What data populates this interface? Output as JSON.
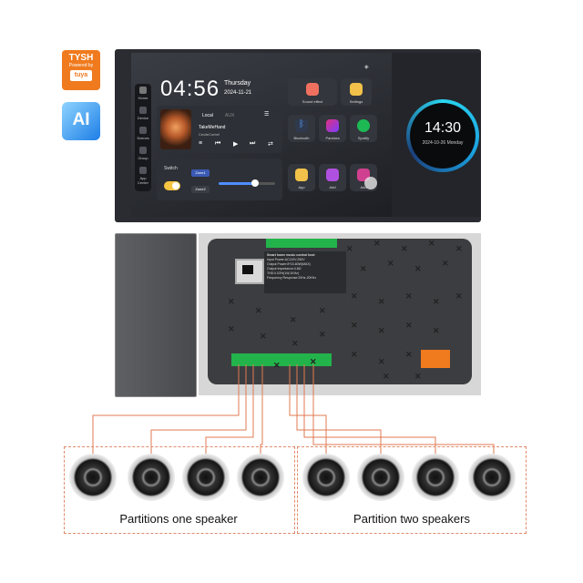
{
  "badges": {
    "tysh": {
      "brand": "TYSH",
      "powered": "Powered by",
      "platform": "tuya"
    },
    "ai": "AI"
  },
  "screen": {
    "time": "04:56",
    "day": "Thursday",
    "date": "2024-11-21",
    "sidebar": [
      "Home",
      "Device",
      "Scenes",
      "Group",
      "App Center"
    ],
    "music": {
      "source_local": "Local",
      "source_aux": "AUX",
      "track": "TakeMeHand",
      "artist": "CecileCorbel"
    },
    "switch_label": "Switch",
    "zones": [
      "Zone1",
      "Zone2"
    ],
    "volume_fraction": 0.65,
    "tiles": {
      "sound_effect": "Sound effect",
      "settings": "Settings",
      "bluetooth": "Bluetooth",
      "pandora": "Pandora",
      "spotify": "Spotify",
      "app": "App",
      "add1": "Add",
      "add2": "Add"
    }
  },
  "wall_clock": {
    "time": "14:30",
    "date": "2024-10-26",
    "weekday": "Monday"
  },
  "back_label": {
    "title": "Smart home music control host",
    "lines": [
      "Input Power:AC110V-250V",
      "Output Power:8*15-60W(MAX)",
      "Output Impedance:4-8Ω",
      "THD:0.03%(1W,1KHz)",
      "Frequency Response:20Hz-20KHz"
    ]
  },
  "zones": {
    "one": "Partitions one speaker",
    "two": "Partition two speakers"
  },
  "colors": {
    "wire": "#e07a50",
    "terminal": "#23b34b",
    "accent": "#f07a1e"
  }
}
